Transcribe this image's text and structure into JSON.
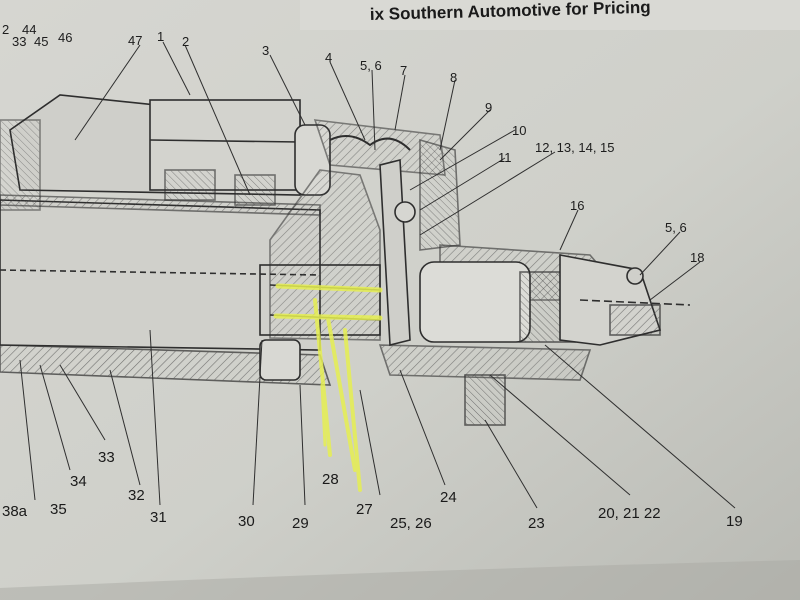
{
  "header": {
    "text": "ix Southern Automotive for Pricing"
  },
  "callouts_top": [
    "2",
    "44",
    "33",
    "45",
    "46",
    "47",
    "1",
    "2",
    "3",
    "4",
    "5, 6",
    "7",
    "8",
    "9",
    "10",
    "11",
    "12, 13, 14, 15",
    "16",
    "5, 6",
    "18"
  ],
  "callouts_bottom": [
    "38a",
    "35",
    "34",
    "33",
    "32",
    "31",
    "30",
    "29",
    "28",
    "27",
    "25, 26",
    "24",
    "23",
    "20, 21 22",
    "19"
  ],
  "colors": {
    "paper": "#d7d7d2",
    "ink": "#2b2b2b",
    "highlight": "#e9f25a"
  }
}
